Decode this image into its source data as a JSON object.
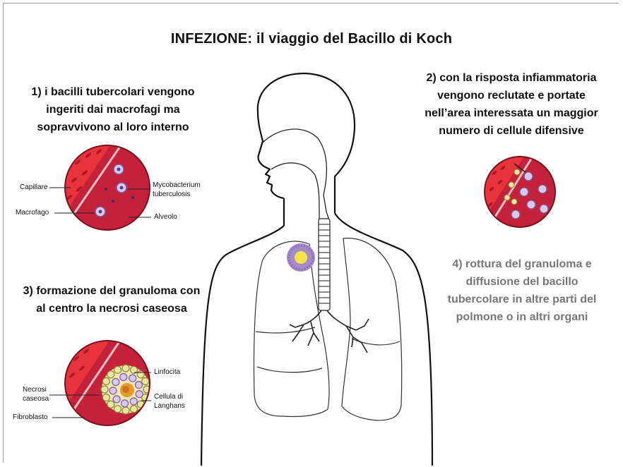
{
  "title": "INFEZIONE: il viaggio del Bacillo di Koch",
  "steps": [
    {
      "lines": [
        "1) i bacilli tubercolari vengono",
        "ingeriti dai macrofagi ma",
        "sopravvivono al loro interno"
      ]
    },
    {
      "lines": [
        "2) con la risposta infiammatoria",
        "vengono reclutate e portate",
        "nell’area interessata un maggior",
        "numero di cellule difensive"
      ]
    },
    {
      "lines": [
        "3) formazione del granuloma con",
        "al centro la necrosi caseosa"
      ]
    },
    {
      "lines": [
        "4) rottura del granuloma e",
        "diffusione del bacillo",
        "tubercolare in altre parti del",
        "polmone o in altri organi"
      ]
    }
  ],
  "labels": {
    "capillare": "Capillare",
    "macrofago": "Macrofago",
    "mycobacterium": [
      "Mycobacterium",
      "tuberculosis"
    ],
    "alveolo": "Alveolo",
    "necrosi": [
      "Necrosi",
      "caseosa"
    ],
    "fibroblasto": "Fibroblasto",
    "linfocita": "Linfocita",
    "langhans": [
      "Cellula di",
      "Langhans"
    ]
  },
  "colors": {
    "capillary": "#e8333d",
    "alveolus": "#c4213a",
    "blood_cell": "#b01828",
    "macrophage": "#d9c9e8",
    "lymphocyte": "#e8e6a0",
    "granuloma": "#a58bc8",
    "granuloma_core": "#f5e34a",
    "step4_text": "#777777"
  }
}
